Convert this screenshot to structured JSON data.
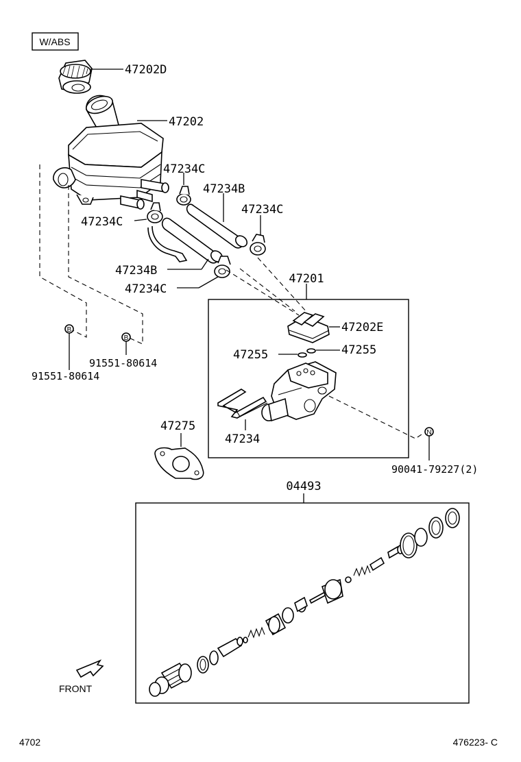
{
  "variant_label": "W/ABS",
  "parts": {
    "cap": "47202D",
    "reservoir": "47202",
    "clip_upper_right": "47234C",
    "hose_upper": "47234B",
    "clip_far_right": "47234C",
    "clip_left": "47234C",
    "hose_lower": "47234B",
    "clip_lower": "47234C",
    "master_cylinder_assy": "47201",
    "grommet": "47202E",
    "washer_left": "47255",
    "washer_right": "47255",
    "bolt_left": "91551-80614",
    "bolt_right": "91551-80614",
    "pipe": "47234",
    "gasket": "47275",
    "nut": "90041-79227(2)",
    "repair_kit": "04493"
  },
  "markers": {
    "bolt_left": "B",
    "bolt_right": "B",
    "nut": "N"
  },
  "front_label": "FRONT",
  "footer": {
    "left_code": "4702",
    "right_code": "476223- C"
  }
}
